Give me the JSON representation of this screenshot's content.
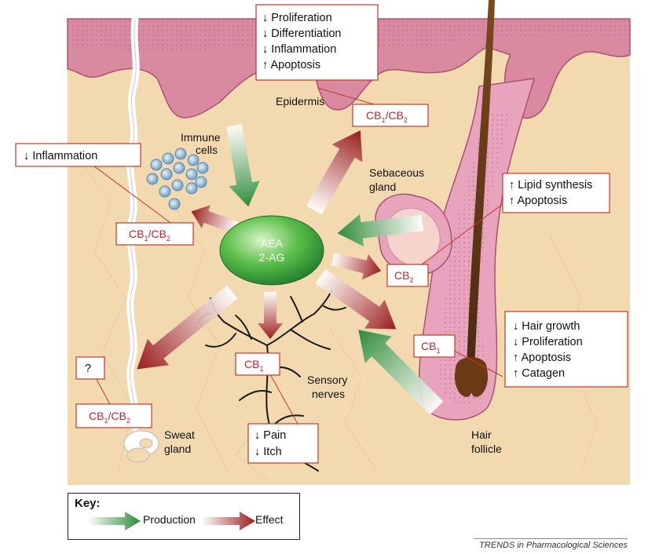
{
  "center": {
    "line1": "AEA",
    "line2": "2-AG"
  },
  "structures": {
    "epidermis": "Epidermis",
    "immune_line1": "Immune",
    "immune_line2": "cells",
    "sebaceous_line1": "Sebaceous",
    "sebaceous_line2": "gland",
    "sensory_line1": "Sensory",
    "sensory_line2": "nerves",
    "sweat_line1": "Sweat",
    "sweat_line2": "gland",
    "hair_line1": "Hair",
    "hair_line2": "follicle"
  },
  "receptors": {
    "cb": "CB",
    "sub1": "1",
    "sub2": "2",
    "slash": "/"
  },
  "effects": {
    "epidermis": [
      "↓ Proliferation",
      "↓ Differentiation",
      "↓ Inflammation",
      "↑ Apoptosis"
    ],
    "immune": [
      "↓ Inflammation"
    ],
    "sebaceous": [
      "↑ Lipid synthesis",
      "↑ Apoptosis"
    ],
    "hair": [
      "↓ Hair growth",
      "↓ Proliferation",
      "↑ Apoptosis",
      "↑ Catagen"
    ],
    "sweat": [
      "?"
    ],
    "nerves": [
      "↓ Pain",
      "↓ Itch"
    ]
  },
  "key": {
    "title": "Key:",
    "production": "Production",
    "effect": "Effect"
  },
  "colors": {
    "production": "#2e8b3a",
    "effect": "#9b1c1c",
    "skin": "#f3d9b0",
    "epidermis": "#d98aa0",
    "box_border": "#c0392b"
  },
  "footer": "TRENDS in Pharmacological Sciences"
}
